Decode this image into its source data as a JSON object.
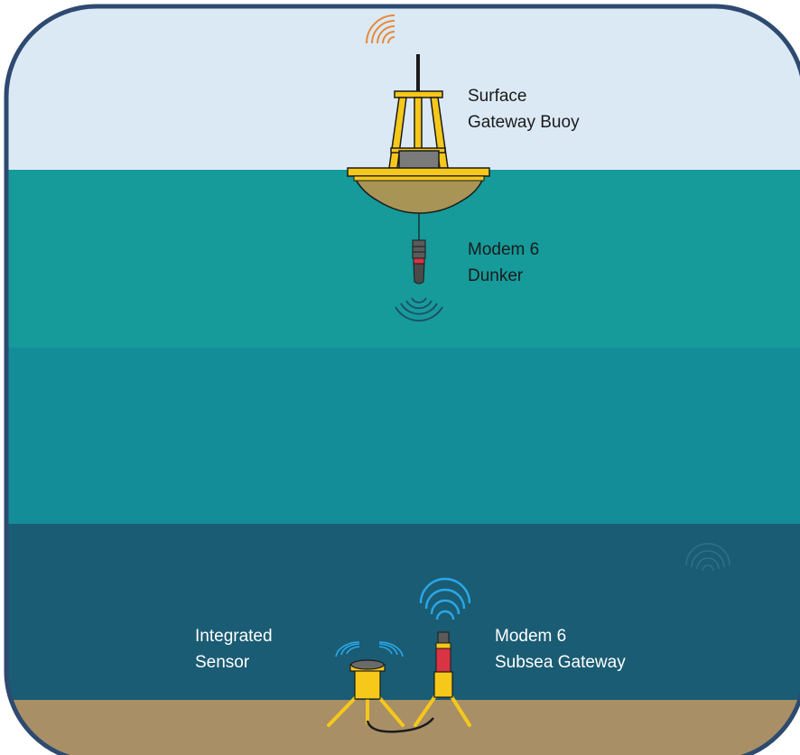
{
  "colors": {
    "frame": "#2e4a70",
    "sky": "#dbe9f5",
    "surface_water": "#169a9a",
    "mid_water": "#138e98",
    "deep_water": "#1a5c73",
    "seabed": "#a88f66",
    "yellow": "#f6c81a",
    "orange_signal": "#e78a3a",
    "blue_signal": "#2aa8e8",
    "red_modem": "#d93344"
  },
  "labels": {
    "buoy": {
      "line1": "Surface",
      "line2": "Gateway Buoy"
    },
    "dunker": {
      "line1": "Modem 6",
      "line2": "Dunker"
    },
    "sensor": {
      "line1": "Integrated",
      "line2": "Sensor"
    },
    "subsea": {
      "line1": "Modem 6",
      "line2": "Subsea Gateway"
    }
  },
  "icons": {
    "buoy_signal": "wifi-signal-icon",
    "dunker_signal": "acoustic-signal-icon",
    "subsea_signal": "acoustic-signal-icon",
    "sensor_signal": "acoustic-signal-icon",
    "faint_signal": "acoustic-signal-icon"
  }
}
